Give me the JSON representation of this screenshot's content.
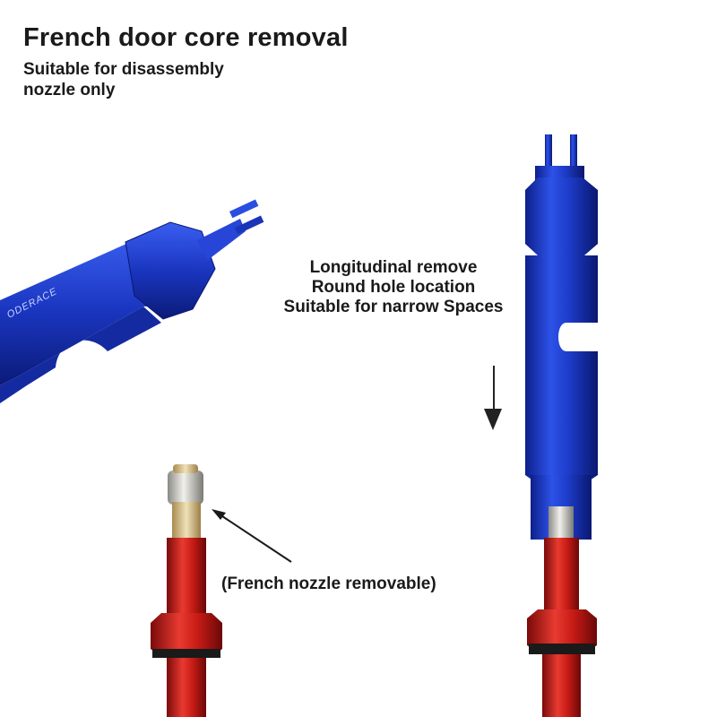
{
  "header": {
    "title": "French door core removal",
    "subtitle_line1": "Suitable for disassembly",
    "subtitle_line2": "nozzle only"
  },
  "features": {
    "line1": "Longitudinal remove",
    "line2": "Round hole location",
    "line3": "Suitable for narrow Spaces"
  },
  "callout": {
    "text": "(French nozzle removable)"
  },
  "tool": {
    "brand_text": "ODERACE"
  },
  "colors": {
    "tool_blue": "#1f3fd1",
    "valve_red": "#d11f1f",
    "text": "#1a1a1a"
  }
}
